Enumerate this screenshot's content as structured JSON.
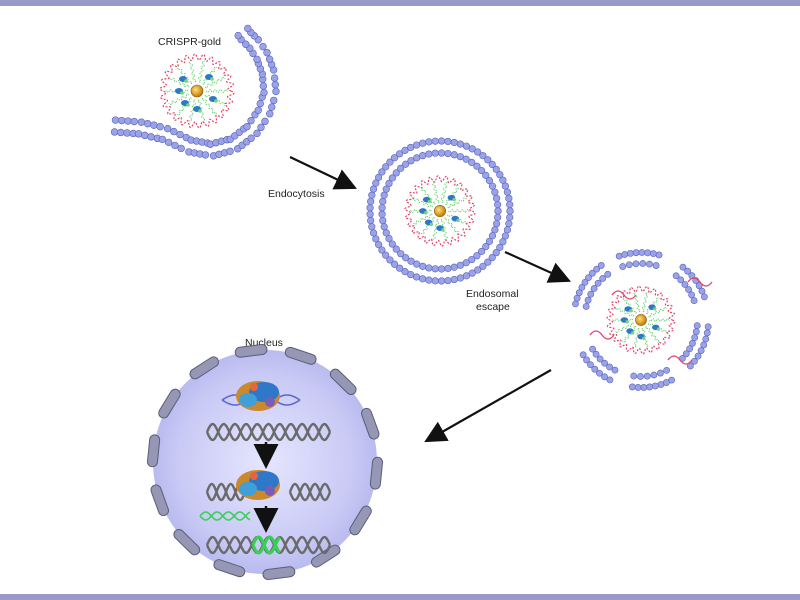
{
  "labels": {
    "crispr_gold": "CRISPR-gold",
    "endocytosis": "Endocytosis",
    "endosomal_line1": "Endosomal",
    "endosomal_line2": "escape",
    "nucleus": "Nucleus"
  },
  "colors": {
    "frame_band": "#9a9ac8",
    "membrane_bead": "#9aa2e8",
    "membrane_stroke": "#5a63b8",
    "nucleus_fill": "#c9caf5",
    "nucleus_pore": "#9597b5",
    "dna": "#6a6a6a",
    "rna_red": "#e0456a",
    "rna_green": "#5fcf6a",
    "gold_core": "#e5a619",
    "cas9": "#2f78c8",
    "repair_green": "#39d05a",
    "arrow": "#111111"
  },
  "icons": [
    "gold-nanoparticle-icon",
    "cas9-protein-icon",
    "dna-helix-icon",
    "arrow-icon"
  ]
}
